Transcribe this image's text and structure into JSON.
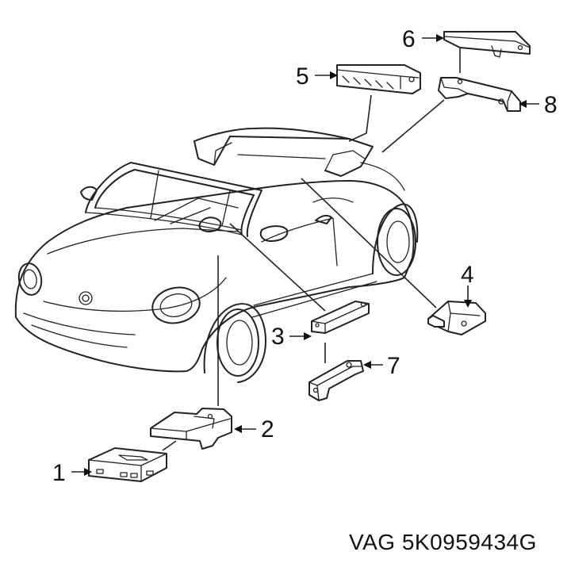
{
  "callouts": [
    {
      "id": "1",
      "label": "1"
    },
    {
      "id": "2",
      "label": "2"
    },
    {
      "id": "3",
      "label": "3"
    },
    {
      "id": "4",
      "label": "4"
    },
    {
      "id": "5",
      "label": "5"
    },
    {
      "id": "6",
      "label": "6"
    },
    {
      "id": "7",
      "label": "7"
    },
    {
      "id": "8",
      "label": "8"
    }
  ],
  "footer": {
    "part_number": "VAG 5K0959434G"
  },
  "colors": {
    "line": "#222222",
    "background": "#ffffff"
  }
}
